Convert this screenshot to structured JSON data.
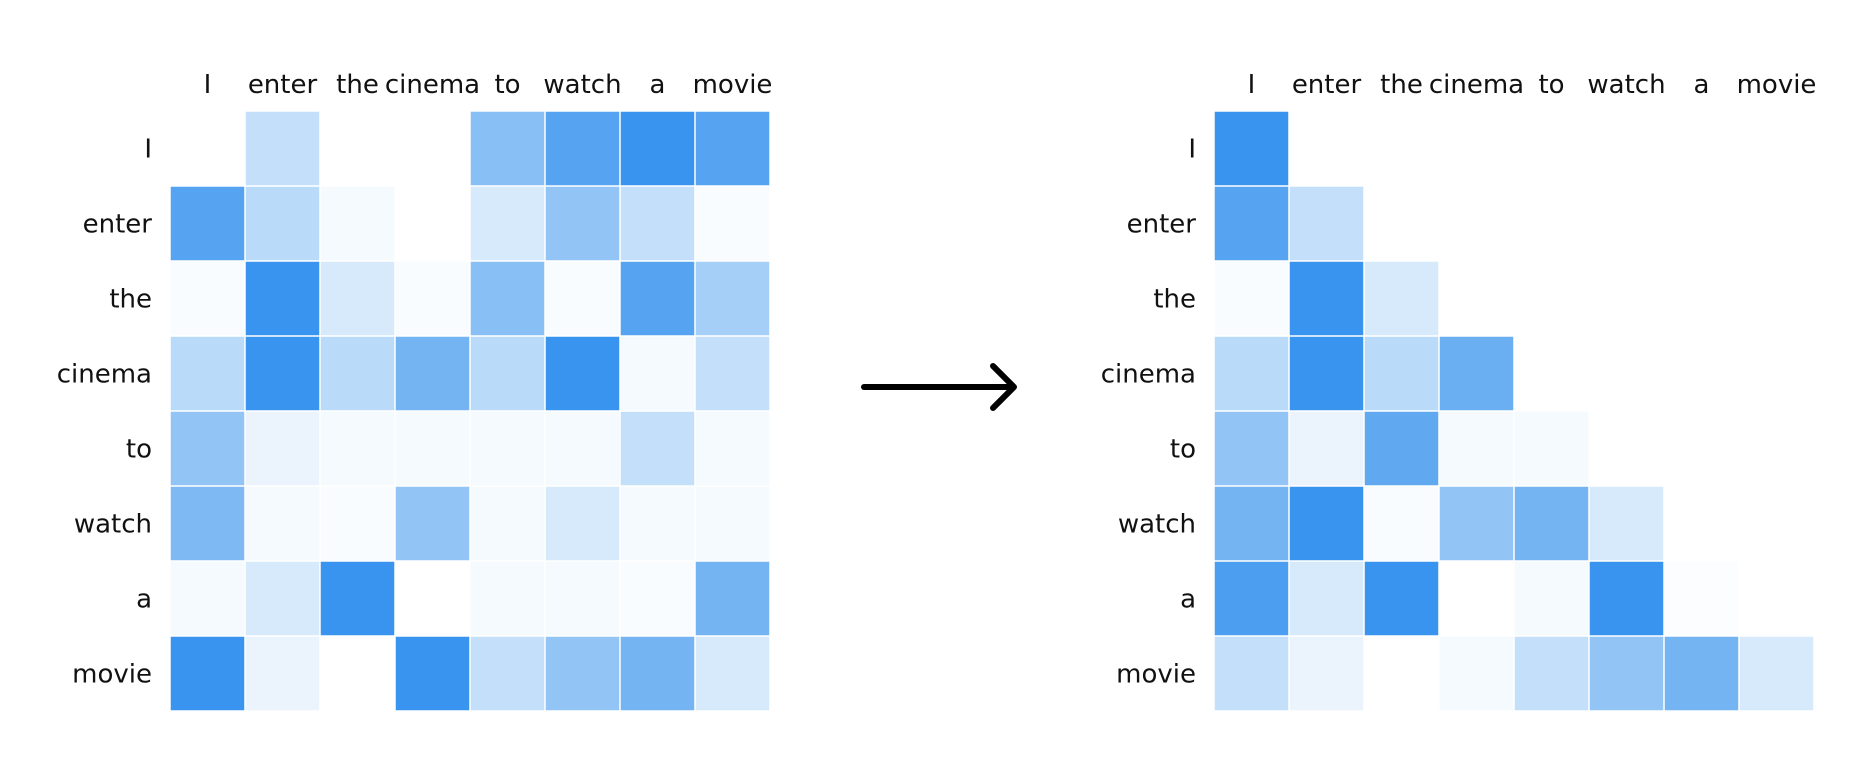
{
  "chart_data": [
    {
      "type": "heatmap",
      "title": "",
      "xlabel": "",
      "ylabel": "",
      "x": [
        "I",
        "enter",
        "the",
        "cinema",
        "to",
        "watch",
        "a",
        "movie"
      ],
      "y": [
        "I",
        "enter",
        "the",
        "cinema",
        "to",
        "watch",
        "a",
        "movie"
      ],
      "value_range": [
        0,
        1
      ],
      "color_low": "#ffffff",
      "color_high": "#3894ee",
      "grid": false,
      "legend": "none",
      "values": [
        [
          0.0,
          0.3,
          0.0,
          0.0,
          0.6,
          0.85,
          1.0,
          0.85
        ],
        [
          0.85,
          0.35,
          0.05,
          0.0,
          0.2,
          0.55,
          0.3,
          0.03
        ],
        [
          0.03,
          1.0,
          0.2,
          0.03,
          0.6,
          0.03,
          0.85,
          0.45
        ],
        [
          0.35,
          1.0,
          0.35,
          0.7,
          0.35,
          1.0,
          0.05,
          0.3
        ],
        [
          0.55,
          0.1,
          0.05,
          0.05,
          0.05,
          0.05,
          0.3,
          0.05
        ],
        [
          0.65,
          0.05,
          0.03,
          0.55,
          0.05,
          0.2,
          0.05,
          0.05
        ],
        [
          0.05,
          0.2,
          1.0,
          0.0,
          0.05,
          0.05,
          0.03,
          0.7
        ],
        [
          1.0,
          0.1,
          0.0,
          1.0,
          0.3,
          0.55,
          0.7,
          0.2
        ]
      ]
    },
    {
      "type": "heatmap",
      "title": "",
      "xlabel": "",
      "ylabel": "",
      "x": [
        "I",
        "enter",
        "the",
        "cinema",
        "to",
        "watch",
        "a",
        "movie"
      ],
      "y": [
        "I",
        "enter",
        "the",
        "cinema",
        "to",
        "watch",
        "a",
        "movie"
      ],
      "value_range": [
        0,
        1
      ],
      "color_low": "#ffffff",
      "color_high": "#3894ee",
      "grid": false,
      "legend": "none",
      "masked": "upper-triangle",
      "values": [
        [
          1.0,
          null,
          null,
          null,
          null,
          null,
          null,
          null
        ],
        [
          0.85,
          0.3,
          null,
          null,
          null,
          null,
          null,
          null
        ],
        [
          0.03,
          1.0,
          0.2,
          null,
          null,
          null,
          null,
          null
        ],
        [
          0.35,
          1.0,
          0.35,
          0.75,
          null,
          null,
          null,
          null
        ],
        [
          0.55,
          0.1,
          0.8,
          0.05,
          0.05,
          null,
          null,
          null
        ],
        [
          0.7,
          1.0,
          0.03,
          0.55,
          0.7,
          0.2,
          null,
          null
        ],
        [
          0.9,
          0.2,
          1.0,
          0.0,
          0.05,
          1.0,
          0.02,
          null
        ],
        [
          0.3,
          0.1,
          0.0,
          0.05,
          0.3,
          0.55,
          0.7,
          0.2
        ]
      ]
    }
  ],
  "connector": {
    "icon": "arrow-right-icon",
    "color": "#000000"
  }
}
